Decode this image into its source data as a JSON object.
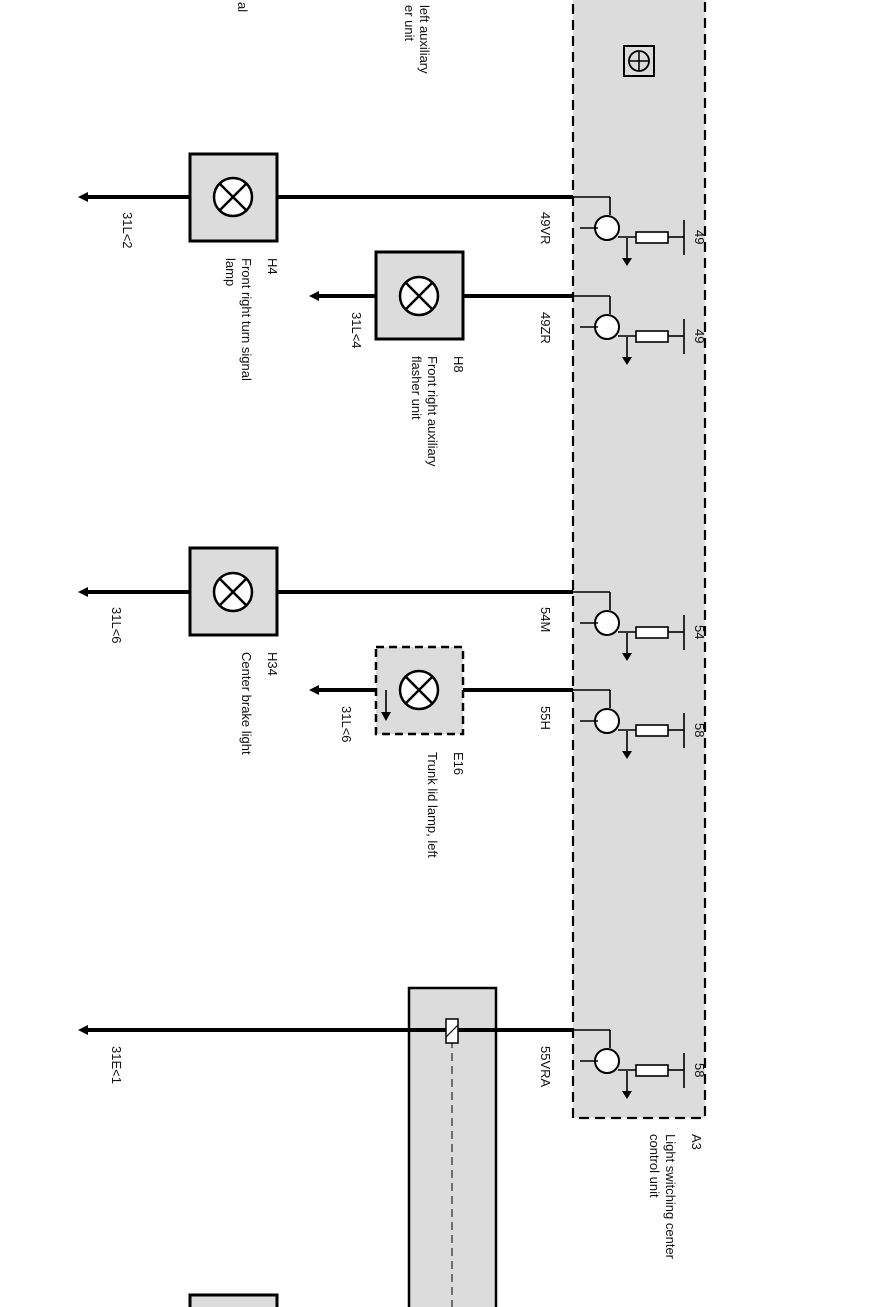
{
  "top_labels": {
    "partial_left": "al",
    "partial_aux_line1": "left auxiliary",
    "partial_aux_line2": "er unit"
  },
  "control_unit": {
    "id": "A3",
    "name_line1": "Light switching center",
    "name_line2": "control unit",
    "icon": "light-switch-module-icon"
  },
  "circuits": [
    {
      "wire": "49VR",
      "pin": "49",
      "ground": "31L<2",
      "device_id": "H4",
      "device_line1": "Front right turn signal",
      "device_line2": "lamp",
      "device_line3": ""
    },
    {
      "wire": "49ZR",
      "pin": "49",
      "ground": "31L<4",
      "device_id": "H8",
      "device_line1": "Front right auxiliary",
      "device_line2": "flasher unit",
      "device_line3": ""
    },
    {
      "wire": "54M",
      "pin": "54",
      "ground": "31L<6",
      "device_id": "H34",
      "device_line1": "Center brake light",
      "device_line2": "",
      "device_line3": ""
    },
    {
      "wire": "55H",
      "pin": "58",
      "ground": "31L<6",
      "device_id": "E16",
      "device_line1": "Trunk lid lamp, left",
      "device_line2": "",
      "device_line3": ""
    },
    {
      "wire": "55VRA",
      "pin": "58",
      "ground": "31E<1",
      "device_id": "",
      "device_line1": "",
      "device_line2": "",
      "device_line3": ""
    }
  ],
  "colors": {
    "fill": "#dcdcdc",
    "line": "#000000"
  }
}
